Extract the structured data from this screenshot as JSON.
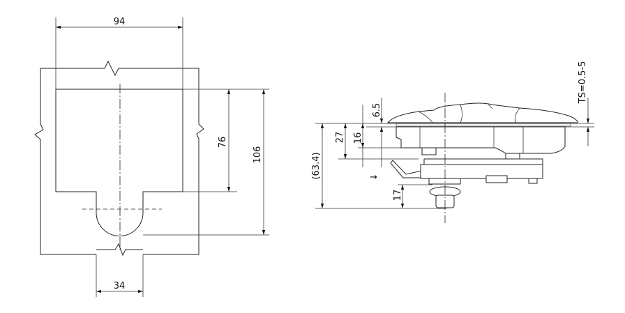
{
  "left_view": {
    "dim_width_top": "94",
    "dim_height_inner": "76",
    "dim_height_total": "106",
    "dim_width_bottom": "34"
  },
  "right_view": {
    "dim_total_height": "(63.4)",
    "dim_27": "27",
    "dim_16": "16",
    "dim_6_5": "6.5",
    "dim_17": "17",
    "dim_ts": "TS=0.5-5",
    "direction_arrow": "→"
  }
}
